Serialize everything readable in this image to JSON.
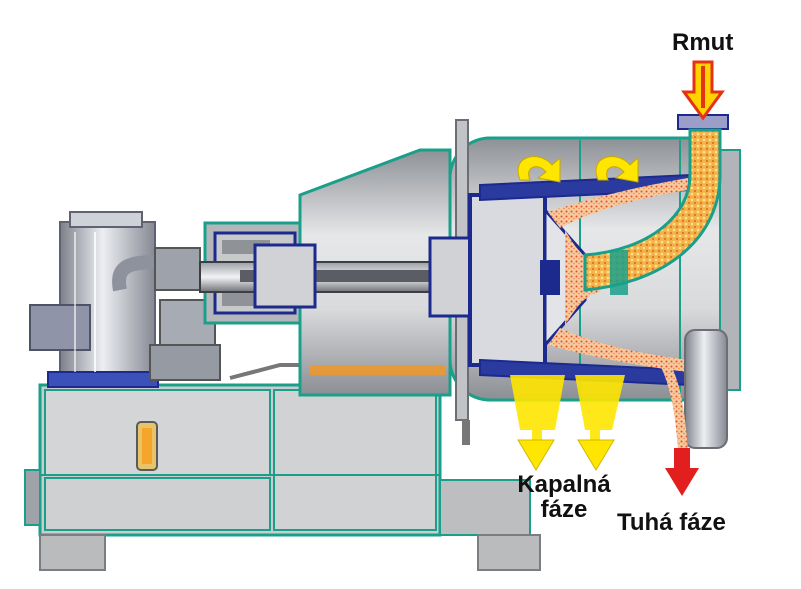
{
  "labels": {
    "feed": "Rmut",
    "liquid_line1": "Kapalná",
    "liquid_line2": "fáze",
    "solid": "Tuhá fáze"
  },
  "colors": {
    "frame_outline": "#1aa08a",
    "housing_gray": "#bfc2c6",
    "base_gray": "#c9cacb",
    "motor_gray": "#aeb0b8",
    "rotor_blue": "#1c2a8e",
    "solids_orange": "#f0a63a",
    "liquid_yellow": "#ffe600",
    "solid_red": "#e21e1e",
    "feed_arrow_yellow": "#ffd200",
    "feed_arrow_red": "#e53212"
  }
}
